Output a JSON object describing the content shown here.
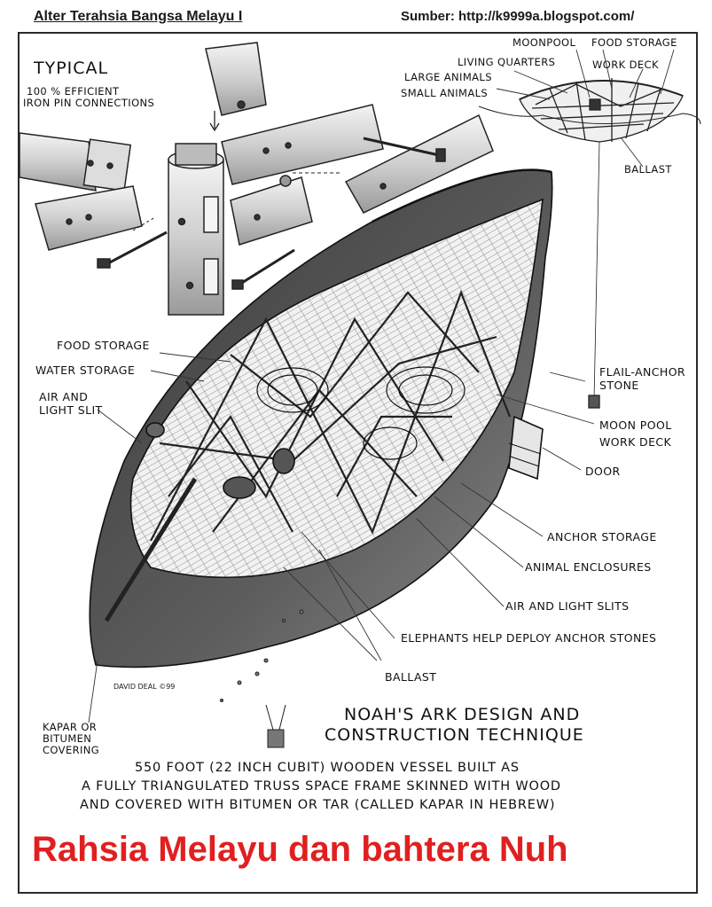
{
  "header": {
    "left_title": "Alter Terahsia Bangsa Melayu I",
    "source": "Sumber: http://k9999a.blogspot.com/"
  },
  "connections": {
    "title": "TYPICAL",
    "subtitle_1": "100 % EFFICIENT",
    "subtitle_2": "IRON PIN CONNECTIONS"
  },
  "labels": {
    "moonpool_top": "MOONPOOL",
    "food_storage_top": "FOOD STORAGE",
    "living_quarters": "LIVING QUARTERS",
    "work_deck_top": "WORK DECK",
    "large_animals": "LARGE ANIMALS",
    "small_animals": "SMALL ANIMALS",
    "ballast_top": "BALLAST",
    "food_storage": "FOOD STORAGE",
    "water_storage": "WATER STORAGE",
    "air_light_slit_1": "AIR AND",
    "air_light_slit_2": "LIGHT SLIT",
    "flail_anchor_1": "FLAIL-ANCHOR",
    "flail_anchor_2": "STONE",
    "moon_pool": "MOON POOL",
    "work_deck": "WORK DECK",
    "door": "DOOR",
    "anchor_storage": "ANCHOR STORAGE",
    "animal_enclosures": "ANIMAL ENCLOSURES",
    "air_light_slits": "AIR AND LIGHT SLITS",
    "elephants": "ELEPHANTS HELP DEPLOY ANCHOR STONES",
    "ballast": "BALLAST",
    "kapar_1": "KAPAR OR",
    "kapar_2": "BITUMEN",
    "kapar_3": "COVERING"
  },
  "signature": "DAVID DEAL ©99",
  "heading": {
    "line1": "NOAH's ARK DESIGN AND",
    "line2": "CONSTRUCTION TECHNIQUE"
  },
  "caption": {
    "line1": "550 FOOT (22 INCH CUBIT) WOODEN VESSEL BUILT AS",
    "line2": "A FULLY TRIANGULATED TRUSS SPACE FRAME SKINNED WITH WOOD",
    "line3": "AND COVERED WITH BITUMEN OR TAR (CALLED KAPAR IN HEBREW)"
  },
  "footer_title": "Rahsia Melayu dan bahtera Nuh",
  "colors": {
    "footer_red": "#e02020",
    "hull_dark": "#5a5a5a",
    "ink": "#1a1a1a"
  }
}
